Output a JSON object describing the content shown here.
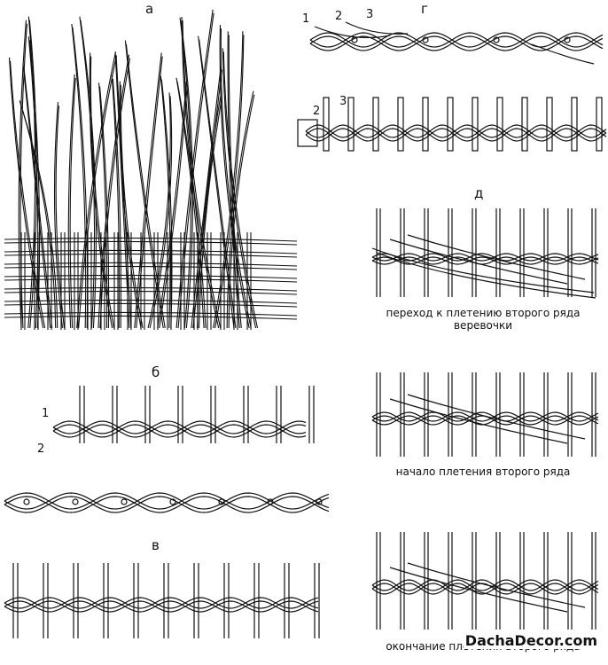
{
  "panels": {
    "a": {
      "label": "а"
    },
    "b": {
      "label": "б",
      "strand_labels": [
        "1",
        "2"
      ]
    },
    "v": {
      "label": "в"
    },
    "g": {
      "label": "г",
      "strand_labels": [
        "1",
        "2",
        "3"
      ],
      "strand_labels_lower": [
        "2",
        "3"
      ]
    },
    "d": {
      "label": "д",
      "captions": [
        "переход к плетению второго ряда",
        "веревочки",
        "начало плетения второго ряда",
        "окончание плетения второго ряда"
      ]
    }
  },
  "watermark": "DachaDecor.com"
}
